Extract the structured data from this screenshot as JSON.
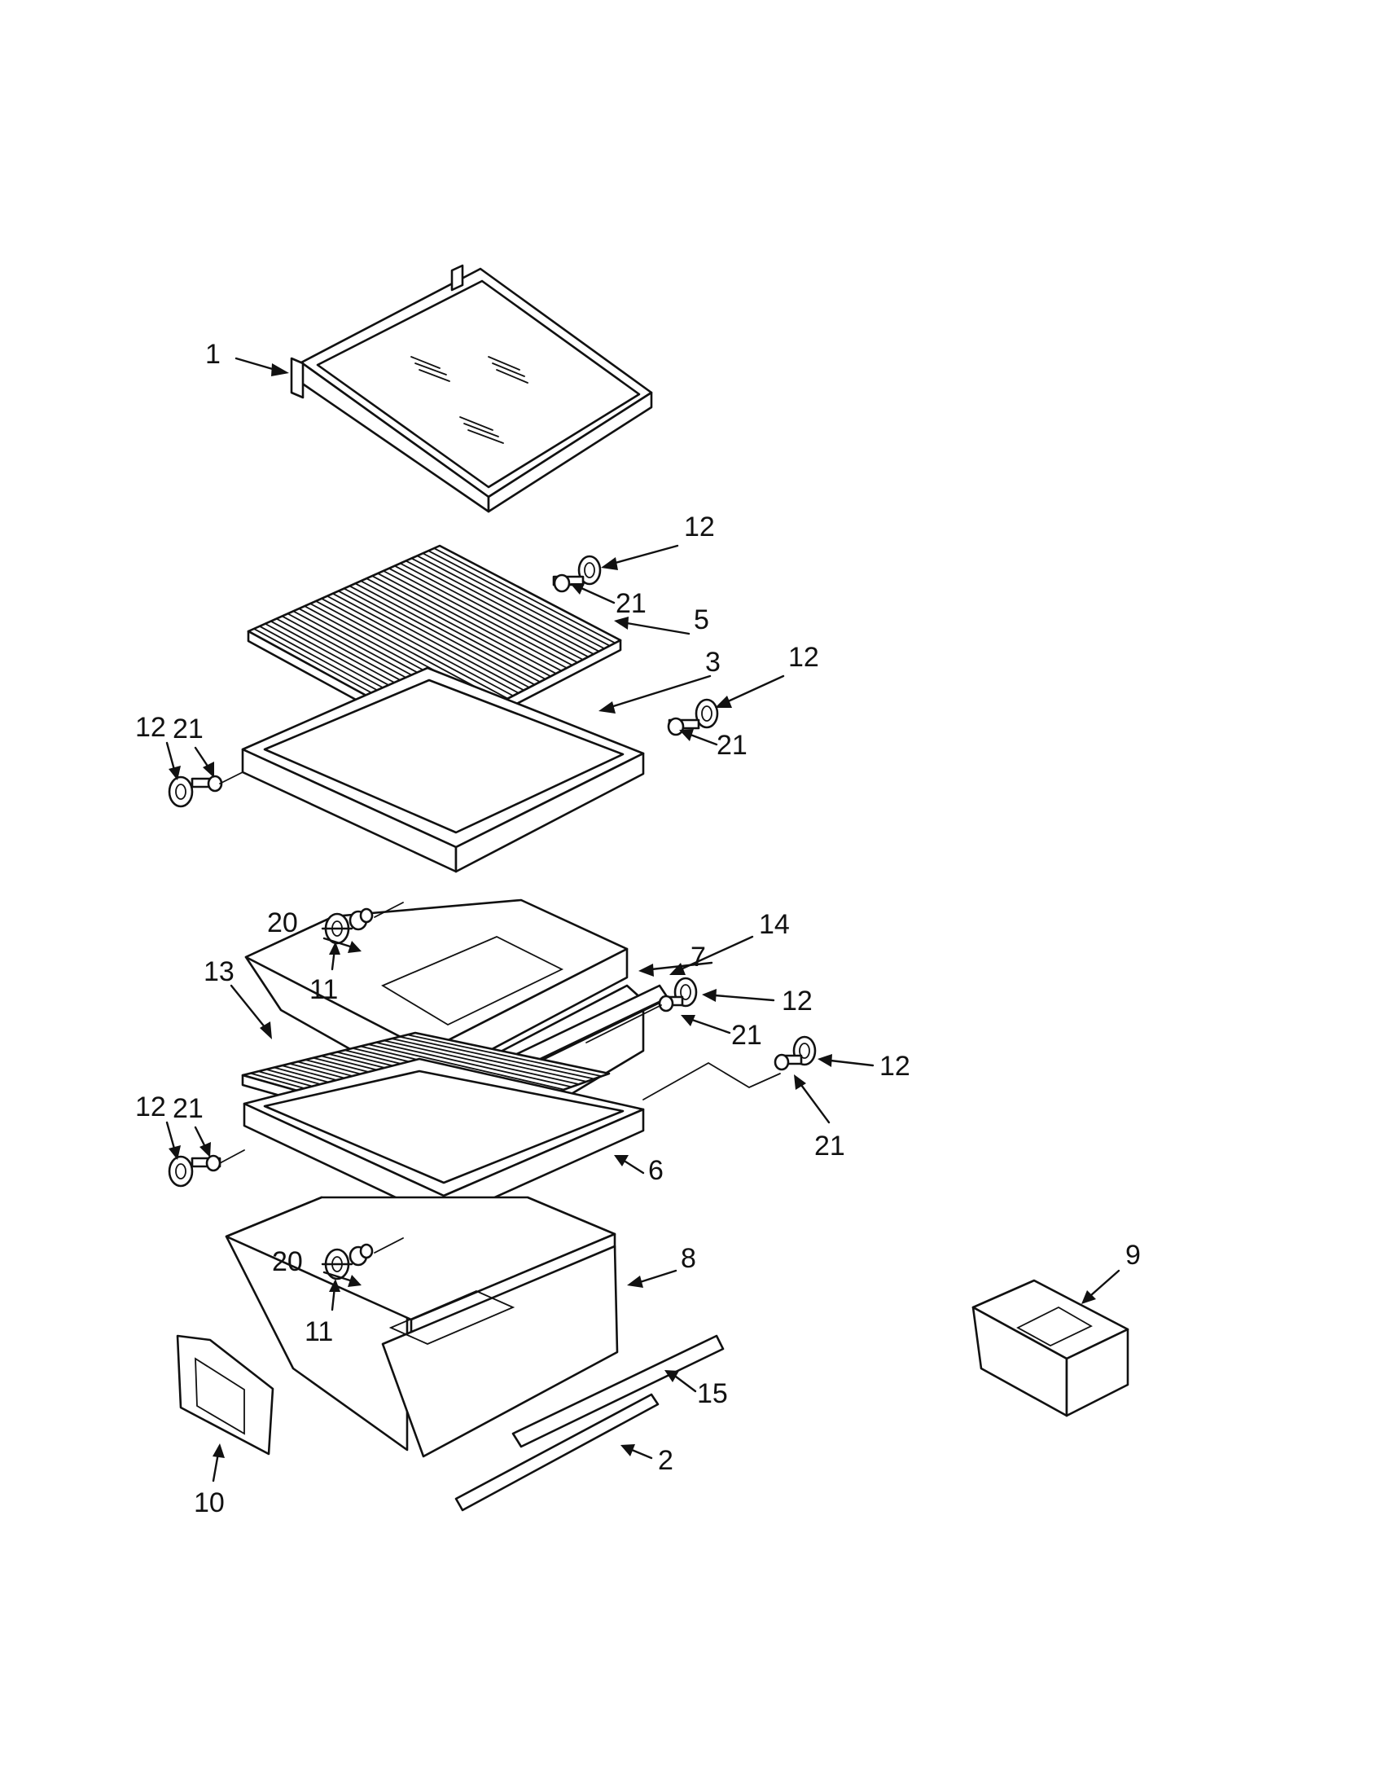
{
  "diagram": {
    "callouts": [
      {
        "id": "c1",
        "text": "1"
      },
      {
        "id": "c12a",
        "text": "12"
      },
      {
        "id": "c21a",
        "text": "21"
      },
      {
        "id": "c5",
        "text": "5"
      },
      {
        "id": "c3",
        "text": "3"
      },
      {
        "id": "c12b",
        "text": "12"
      },
      {
        "id": "c21b",
        "text": "21"
      },
      {
        "id": "c12c",
        "text": "12"
      },
      {
        "id": "c21c",
        "text": "21"
      },
      {
        "id": "c20a",
        "text": "20"
      },
      {
        "id": "c11a",
        "text": "11"
      },
      {
        "id": "c7",
        "text": "7"
      },
      {
        "id": "c14",
        "text": "14"
      },
      {
        "id": "c13",
        "text": "13"
      },
      {
        "id": "c12d",
        "text": "12"
      },
      {
        "id": "c21d",
        "text": "21"
      },
      {
        "id": "c12e",
        "text": "12"
      },
      {
        "id": "c21e",
        "text": "21"
      },
      {
        "id": "c12f",
        "text": "12"
      },
      {
        "id": "c21f",
        "text": "21"
      },
      {
        "id": "c6",
        "text": "6"
      },
      {
        "id": "c20b",
        "text": "20"
      },
      {
        "id": "c11b",
        "text": "11"
      },
      {
        "id": "c8",
        "text": "8"
      },
      {
        "id": "c9",
        "text": "9"
      },
      {
        "id": "c15",
        "text": "15"
      },
      {
        "id": "c2",
        "text": "2"
      },
      {
        "id": "c10",
        "text": "10"
      }
    ]
  }
}
